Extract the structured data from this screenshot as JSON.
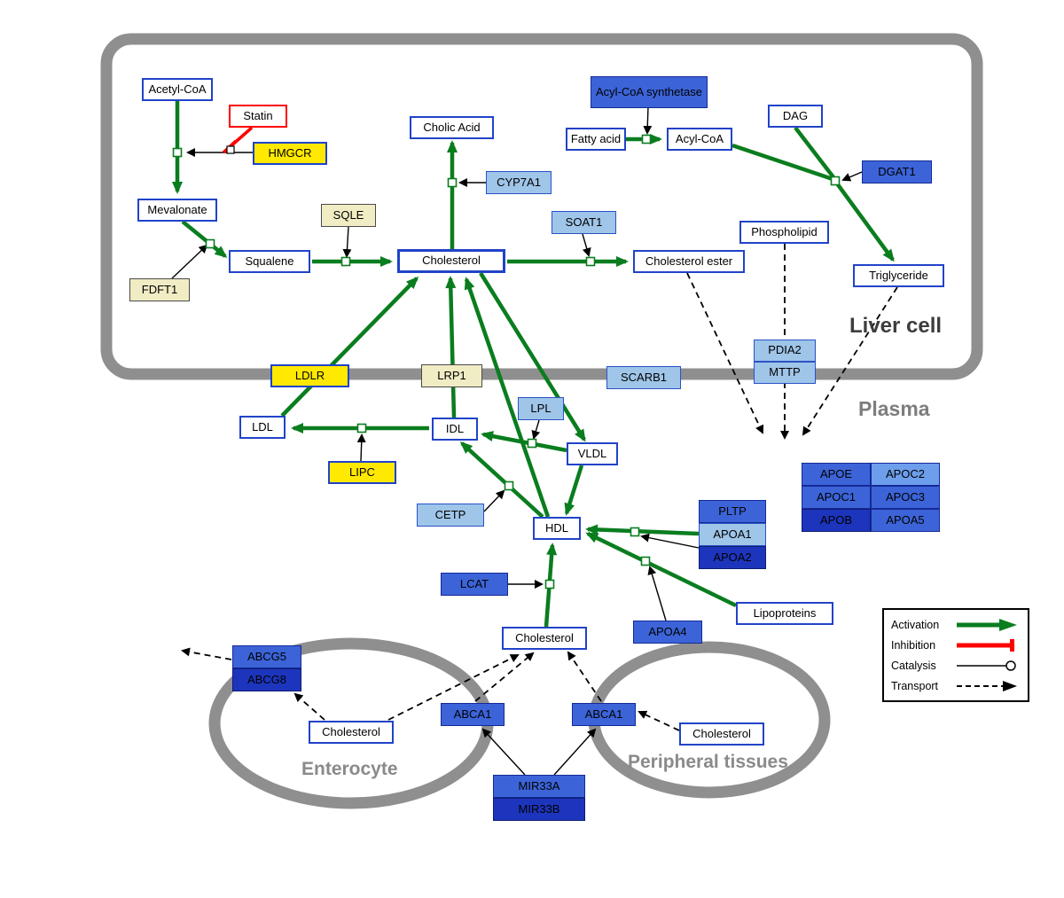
{
  "regions": {
    "liver": "Liver cell",
    "plasma": "Plasma",
    "enterocyte": "Enterocyte",
    "peripheral": "Peripheral tissues"
  },
  "legend": {
    "activation": "Activation",
    "inhibition": "Inhibition",
    "catalysis": "Catalysis",
    "transport": "Transport"
  },
  "nodes": {
    "acetyl_coa": "Acetyl-CoA",
    "statin": "Statin",
    "hmgcr": "HMGCR",
    "mevalonate": "Mevalonate",
    "fdft1": "FDFT1",
    "squalene": "Squalene",
    "sqle": "SQLE",
    "cholesterol_liver": "Cholesterol",
    "cholic_acid": "Cholic Acid",
    "cyp7a1": "CYP7A1",
    "soat1": "SOAT1",
    "cholesterol_ester": "Cholesterol ester",
    "acyl_coa_synthetase": "Acyl-CoA synthetase",
    "fatty_acid": "Fatty acid",
    "acyl_coa": "Acyl-CoA",
    "dag": "DAG",
    "dgat1": "DGAT1",
    "phospholipid": "Phospholipid",
    "triglyceride": "Triglyceride",
    "pdia2": "PDIA2",
    "mttp": "MTTP",
    "ldlr": "LDLR",
    "lrp1": "LRP1",
    "scarb1": "SCARB1",
    "ldl": "LDL",
    "idl": "IDL",
    "lpl": "LPL",
    "vldl": "VLDL",
    "lipc": "LIPC",
    "cetp": "CETP",
    "hdl": "HDL",
    "pltp": "PLTP",
    "apoa1": "APOA1",
    "apoa2": "APOA2",
    "apoe": "APOE",
    "apoc2": "APOC2",
    "apoc1": "APOC1",
    "apoc3": "APOC3",
    "apob": "APOB",
    "apoa5": "APOA5",
    "lcat": "LCAT",
    "apoa4": "APOA4",
    "lipoproteins": "Lipoproteins",
    "cholesterol_plasma": "Cholesterol",
    "abcg5": "ABCG5",
    "abcg8": "ABCG8",
    "cholesterol_enterocyte": "Cholesterol",
    "abca1_left": "ABCA1",
    "abca1_right": "ABCA1",
    "cholesterol_peripheral": "Cholesterol",
    "mir33a": "MIR33A",
    "mir33b": "MIR33B"
  },
  "colors": {
    "activation_green": "#0a7d1f",
    "inhibition_red": "#ff0000",
    "metabolite_border_blue": "#2143c8",
    "gene_yellow": "#ffe900",
    "gene_pale_yellow": "#f0ecc4",
    "gene_light_blue": "#9fc5e8",
    "gene_medium_blue": "#3c64d8",
    "gene_dark_blue": "#1d35bd",
    "membrane_gray": "#8f8f8f"
  }
}
